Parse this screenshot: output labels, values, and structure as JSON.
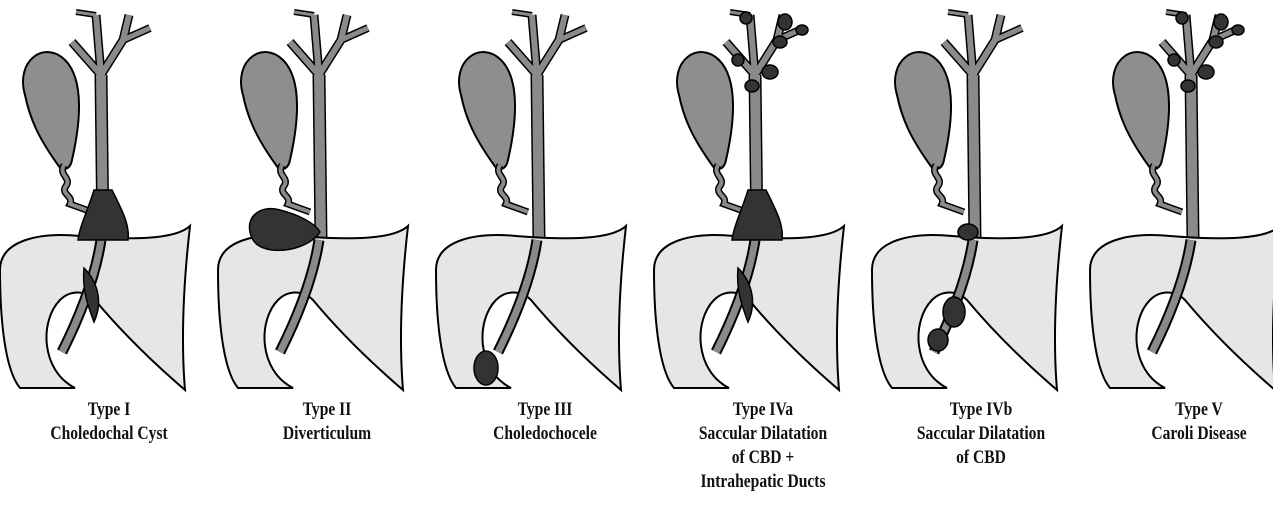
{
  "colors": {
    "duct": "#8a8a8a",
    "gallbladder": "#8e8e8e",
    "duodenum": "#e6e6e6",
    "cyst": "#333333",
    "outline": "#000000",
    "text": "#111111"
  },
  "panels": [
    {
      "id": "type-i",
      "variant": "fusiform-cbd",
      "lines": [
        "Type I",
        "Choledochal Cyst"
      ]
    },
    {
      "id": "type-ii",
      "variant": "diverticulum",
      "lines": [
        "Type II",
        "Diverticulum"
      ]
    },
    {
      "id": "type-iii",
      "variant": "choledochocele",
      "lines": [
        "Type III",
        "Choledochocele"
      ]
    },
    {
      "id": "type-iva",
      "variant": "cbd-plus-intrahepatic",
      "lines": [
        "Type IVa",
        "Saccular Dilatation",
        "of CBD +",
        "Intrahepatic Ducts"
      ]
    },
    {
      "id": "type-ivb",
      "variant": "saccular-cbd",
      "lines": [
        "Type IVb",
        "Saccular Dilatation",
        "of CBD"
      ]
    },
    {
      "id": "type-v",
      "variant": "intrahepatic-only",
      "lines": [
        "Type V",
        "Caroli Disease"
      ]
    }
  ]
}
